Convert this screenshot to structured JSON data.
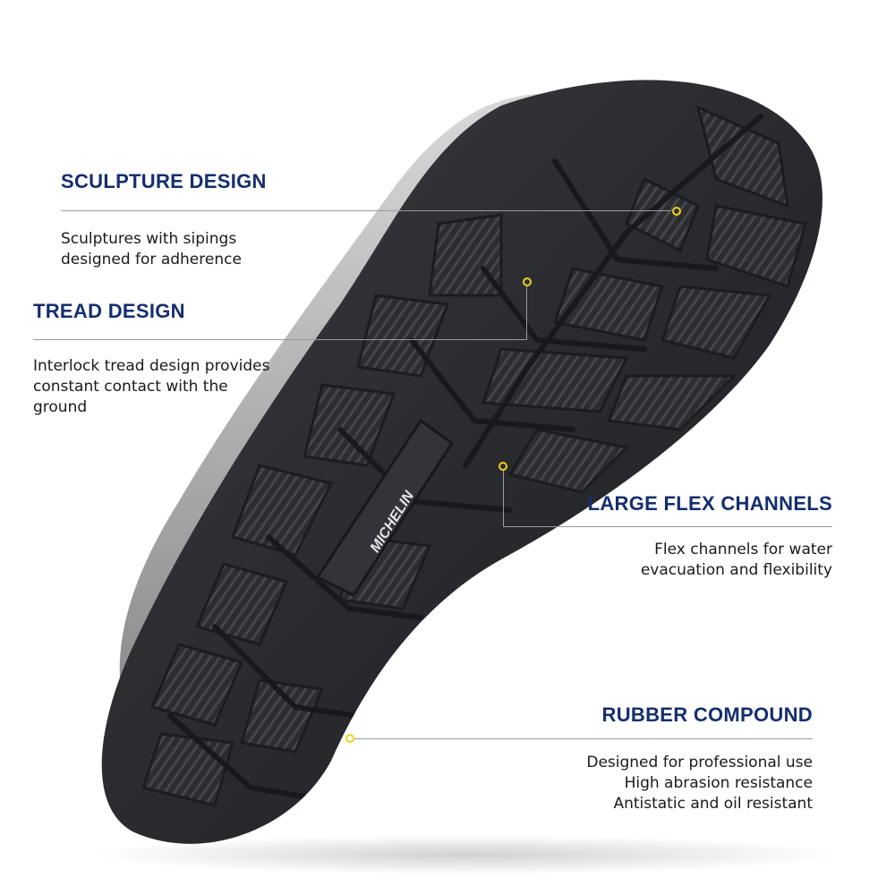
{
  "brand": {
    "logo_text": "MICHELIN"
  },
  "colors": {
    "title": "#142e6e",
    "marker": "#f2d21a",
    "sole": "#2b2c30",
    "background": "#ffffff"
  },
  "callouts": [
    {
      "title": "SCULPTURE DESIGN",
      "lines": [
        "Sculptures with sipings",
        "designed for adherence"
      ]
    },
    {
      "title": "TREAD DESIGN",
      "lines": [
        "Interlock tread design provides",
        "constant contact with the",
        "ground"
      ]
    },
    {
      "title": "LARGE FLEX CHANNELS",
      "lines": [
        "Flex channels for water",
        "evacuation and flexibility"
      ]
    },
    {
      "title": "RUBBER COMPOUND",
      "lines": [
        "Designed for professional use",
        "High abrasion resistance",
        "Antistatic and oil resistant"
      ]
    }
  ]
}
